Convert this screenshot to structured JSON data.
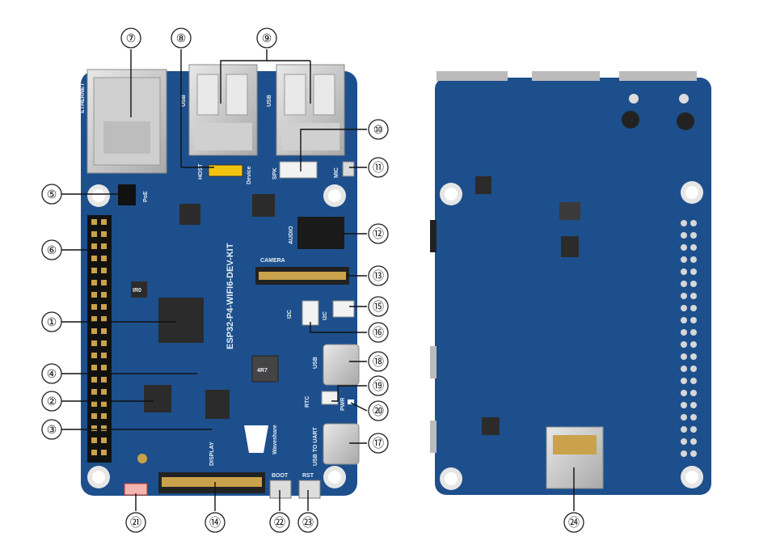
{
  "front": {
    "title": "ESP32-P4-WIFI6-DEV-KIT",
    "labels": {
      "usb1": "USB",
      "usb2": "USB",
      "camera": "CAMERA",
      "display": "DISPLAY",
      "audio": "AUDIO",
      "spk": "SPK",
      "mic": "MIC",
      "poe": "PoE",
      "ethernet": "ETHERNET",
      "host": "HOST",
      "device": "Device",
      "i2c_a": "I2C",
      "i2c_b": "I2C",
      "usb_c": "USB",
      "usb_to_uart": "USB TO UART",
      "rtc": "RTC",
      "pwr": "PWR",
      "boot": "BOOT",
      "rst": "RST",
      "brand": "Waveshare",
      "inductor": "4R7",
      "ir": "IR0"
    }
  },
  "callouts": [
    {
      "n": "①"
    },
    {
      "n": "②"
    },
    {
      "n": "③"
    },
    {
      "n": "④"
    },
    {
      "n": "⑤"
    },
    {
      "n": "⑥"
    },
    {
      "n": "⑦"
    },
    {
      "n": "⑧"
    },
    {
      "n": "⑨"
    },
    {
      "n": "⑩"
    },
    {
      "n": "⑪"
    },
    {
      "n": "⑫"
    },
    {
      "n": "⑬"
    },
    {
      "n": "⑭"
    },
    {
      "n": "⑮"
    },
    {
      "n": "⑯"
    },
    {
      "n": "⑰"
    },
    {
      "n": "⑱"
    },
    {
      "n": "⑲"
    },
    {
      "n": "⑳"
    },
    {
      "n": "㉑"
    },
    {
      "n": "㉒"
    },
    {
      "n": "㉓"
    },
    {
      "n": "㉔"
    }
  ],
  "colors": {
    "pcb": "#1d4f8c",
    "pcb_dark": "#153c6c",
    "header": "#111111",
    "metal": "#c8c8c8"
  }
}
